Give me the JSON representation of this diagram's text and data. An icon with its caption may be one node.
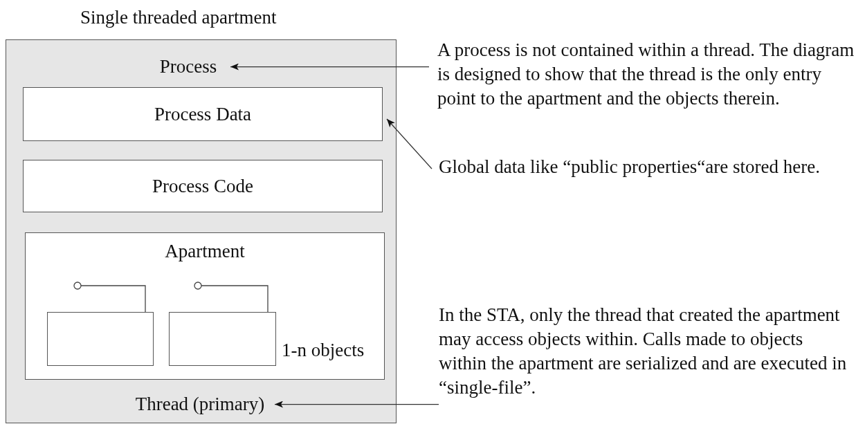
{
  "diagram": {
    "title": "Single threaded apartment",
    "nodes": [
      {
        "text": [],
        "shape": "box"
      },
      {
        "text": [
          "Process"
        ],
        "in": 0
      },
      {
        "text": [
          "Process Data"
        ],
        "in": 0
      },
      {
        "text": [
          "Process Code"
        ],
        "in": 0
      },
      {
        "text": [
          "Apartment"
        ],
        "in": 0
      },
      {
        "text": [],
        "shape": "box",
        "in": 4
      },
      {
        "text": [],
        "shape": "box",
        "in": 4
      },
      {
        "text": [
          "Thread (primary)"
        ],
        "in": 0
      },
      {
        "text": [
          "A process is not contained within a thread. The diagram is designed to show that the thread is the only entry point to the apartment and the objects therein."
        ]
      },
      {
        "text": [
          "Global data like “public properties“are stored here."
        ]
      },
      {
        "text": [
          "In the STA, only the thread that created the apartment may access objects within. Calls made to objects within the apartment are serialized  and are executed  in “single-file”."
        ]
      }
    ],
    "edges": [
      {
        "from": 8,
        "to": 1,
        "arrow": "to"
      },
      {
        "from": 9,
        "to": 2,
        "arrow": "to"
      },
      {
        "from": 10,
        "to": 7,
        "arrow": "to"
      }
    ],
    "labels": [
      "1-n objects"
    ]
  }
}
